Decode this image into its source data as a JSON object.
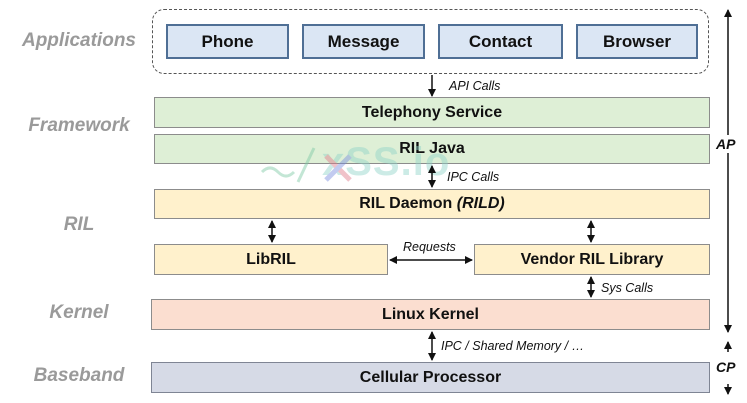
{
  "layers": {
    "applications": "Applications",
    "framework": "Framework",
    "ril": "RIL",
    "kernel": "Kernel",
    "baseband": "Baseband"
  },
  "apps": [
    "Phone",
    "Message",
    "Contact",
    "Browser"
  ],
  "boxes": {
    "telephony_service": "Telephony Service",
    "ril_java": "RIL Java",
    "ril_daemon": "RIL Daemon",
    "ril_daemon_abbr": "(RILD)",
    "libril": "LibRIL",
    "vendor_ril_library": "Vendor RIL Library",
    "linux_kernel": "Linux Kernel",
    "cellular_processor": "Cellular Processor"
  },
  "edge_labels": {
    "api_calls": "API Calls",
    "ipc_calls": "IPC Calls",
    "requests": "Requests",
    "sys_calls": "Sys Calls",
    "ipc_shared_memory": "IPC / Shared Memory / …"
  },
  "side_labels": {
    "ap": "AP",
    "cp": "CP"
  },
  "watermark": "xSS.io"
}
